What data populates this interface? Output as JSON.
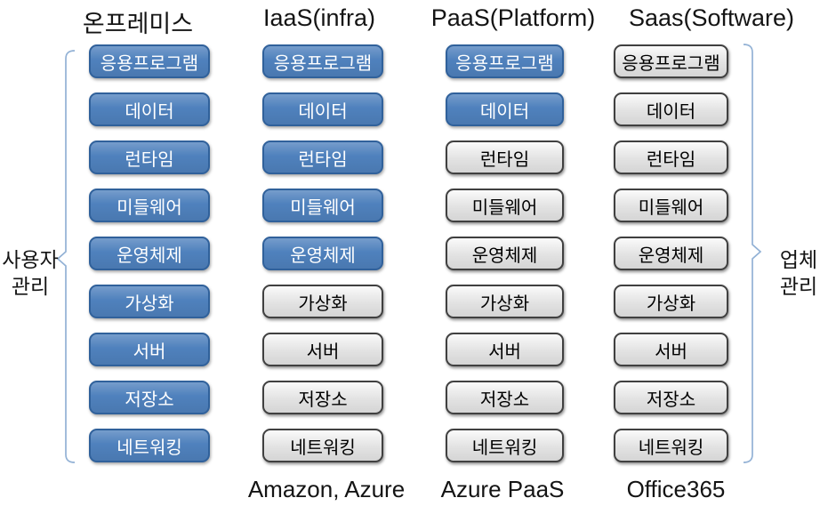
{
  "layers": [
    "응용프로그램",
    "데이터",
    "런타임",
    "미들웨어",
    "운영체제",
    "가상화",
    "서버",
    "저장소",
    "네트워킹"
  ],
  "columns": [
    {
      "title": "온프레미스",
      "user_managed_layers": 9,
      "footer": ""
    },
    {
      "title": "IaaS(infra)",
      "user_managed_layers": 5,
      "footer": "Amazon, Azure"
    },
    {
      "title": "PaaS(Platform)",
      "user_managed_layers": 2,
      "footer": "Azure PaaS"
    },
    {
      "title": "Saas(Software)",
      "user_managed_layers": 0,
      "footer": "Office365"
    }
  ],
  "side_labels": {
    "left": [
      "사용자",
      "관리"
    ],
    "right": [
      "업체",
      "관리"
    ]
  },
  "colors": {
    "user_box_fill": "#4f81bd",
    "user_box_border": "#30619b",
    "vendor_box_fill": "#e2e2e2",
    "vendor_box_border": "#404040",
    "bracket": "#92b1d5"
  }
}
